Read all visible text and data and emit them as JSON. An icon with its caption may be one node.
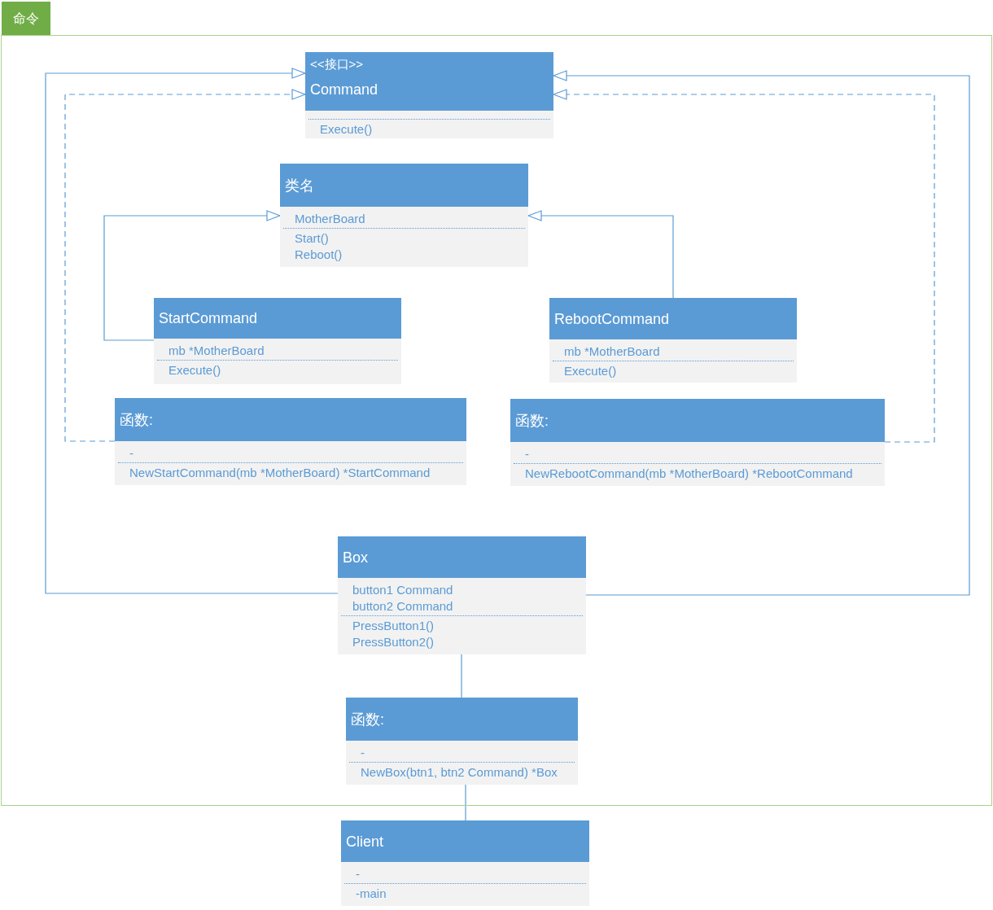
{
  "diagram": {
    "nodes": [
      {
        "text": [
          "命令"
        ]
      },
      {
        "text": [
          "<<接口>>",
          "Command",
          "Execute()"
        ],
        "in": 0
      },
      {
        "text": [
          "类名",
          "MotherBoard",
          "Start()",
          "Reboot()"
        ],
        "in": 0
      },
      {
        "text": [
          "StartCommand",
          "mb *MotherBoard",
          "Execute()"
        ],
        "in": 0
      },
      {
        "text": [
          "RebootCommand",
          "mb *MotherBoard",
          "Execute()"
        ],
        "in": 0
      },
      {
        "text": [
          "函数:",
          "-",
          "NewStartCommand(mb *MotherBoard) *StartCommand"
        ],
        "in": 0
      },
      {
        "text": [
          "函数:",
          "-",
          "NewRebootCommand(mb *MotherBoard) *RebootCommand"
        ],
        "in": 0
      },
      {
        "text": [
          "Box",
          "button1 Command",
          "button2 Command",
          "PressButton1()",
          "PressButton2()"
        ],
        "in": 0
      },
      {
        "text": [
          "函数:",
          "-",
          "NewBox(btn1, btn2 Command) *Box"
        ],
        "in": 0
      },
      {
        "text": [
          "Client",
          "-",
          "-main"
        ]
      }
    ],
    "edges": [
      {
        "from": 3,
        "to": 2,
        "arrow": "to"
      },
      {
        "from": 4,
        "to": 2,
        "arrow": "to"
      },
      {
        "from": 7,
        "to": 1,
        "arrow": "to"
      },
      {
        "from": 7,
        "to": 1,
        "arrow": "to"
      },
      {
        "from": 5,
        "to": 1,
        "arrow": "to",
        "style": "dashed"
      },
      {
        "from": 6,
        "to": 1,
        "arrow": "to",
        "style": "dashed"
      },
      {
        "from": 7,
        "to": 8,
        "arrow": "none"
      },
      {
        "from": 8,
        "to": 9,
        "arrow": "none"
      }
    ]
  }
}
